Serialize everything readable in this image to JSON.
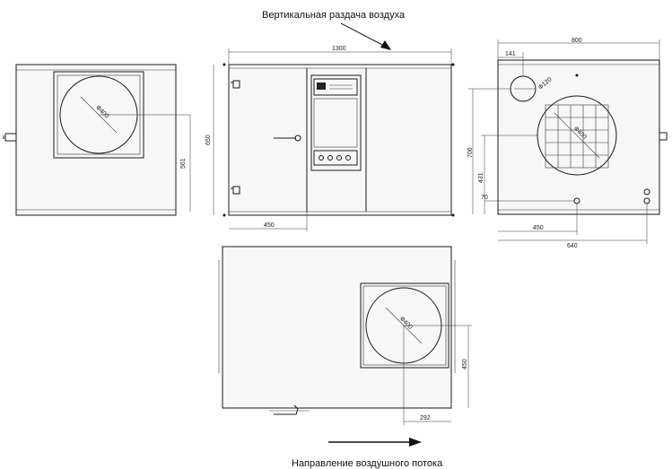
{
  "captions": {
    "top": "Вертикальная раздача воздуха",
    "bottom": "Направление воздушного потока"
  },
  "dimensions": {
    "front_width": "1300",
    "front_height": "650",
    "front_door": "450",
    "side_width": "800",
    "side_outlet_offset": "141",
    "side_outlet_diameter": "Ф120",
    "side_height": "706",
    "side_center": "431",
    "side_bottom": "70",
    "side_x1": "450",
    "side_x2": "640",
    "left_height": "561",
    "left_diameter": "Ф400",
    "right_diameter": "Ф400",
    "top_diameter": "Ф400",
    "top_offset_y": "450",
    "top_offset_x": "292"
  },
  "colors": {
    "line": "#1a1a1a",
    "panel": "#f7f7f7"
  }
}
